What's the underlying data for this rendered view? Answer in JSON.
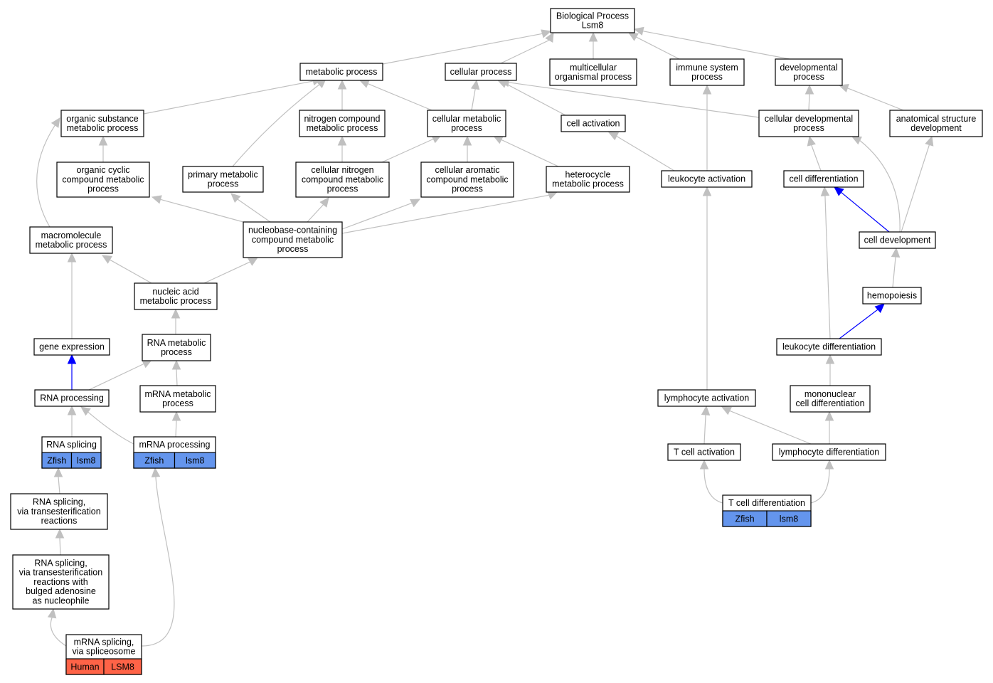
{
  "diagram": {
    "colors": {
      "edge": "#c0c0c0",
      "highlight_edge": "#0000ff",
      "zfish_annotation": "#6495ed",
      "human_annotation": "#ff6347"
    },
    "nodes": [
      {
        "id": "bp",
        "lines": [
          "Biological Process",
          "Lsm8"
        ]
      },
      {
        "id": "metabolic",
        "lines": [
          "metabolic process"
        ]
      },
      {
        "id": "cellular",
        "lines": [
          "cellular process"
        ]
      },
      {
        "id": "multicellular",
        "lines": [
          "multicellular",
          "organismal process"
        ]
      },
      {
        "id": "immune",
        "lines": [
          "immune system",
          "process"
        ]
      },
      {
        "id": "developmental",
        "lines": [
          "developmental",
          "process"
        ]
      },
      {
        "id": "organic_subst",
        "lines": [
          "organic substance",
          "metabolic process"
        ]
      },
      {
        "id": "nitrogen_cmpd",
        "lines": [
          "nitrogen compound",
          "metabolic process"
        ]
      },
      {
        "id": "cell_metabolic",
        "lines": [
          "cellular metabolic",
          "process"
        ]
      },
      {
        "id": "cell_activation",
        "lines": [
          "cell activation"
        ]
      },
      {
        "id": "cell_dev_process",
        "lines": [
          "cellular developmental",
          "process"
        ]
      },
      {
        "id": "anatomical",
        "lines": [
          "anatomical structure",
          "development"
        ]
      },
      {
        "id": "organic_cyclic",
        "lines": [
          "organic cyclic",
          "compound metabolic",
          "process"
        ]
      },
      {
        "id": "primary_met",
        "lines": [
          "primary metabolic",
          "process"
        ]
      },
      {
        "id": "cell_nitrogen",
        "lines": [
          "cellular nitrogen",
          "compound metabolic",
          "process"
        ]
      },
      {
        "id": "cell_aromatic",
        "lines": [
          "cellular aromatic",
          "compound metabolic",
          "process"
        ]
      },
      {
        "id": "heterocycle",
        "lines": [
          "heterocycle",
          "metabolic process"
        ]
      },
      {
        "id": "leuk_activation",
        "lines": [
          "leukocyte activation"
        ]
      },
      {
        "id": "cell_diff",
        "lines": [
          "cell differentiation"
        ]
      },
      {
        "id": "macromolecule",
        "lines": [
          "macromolecule",
          "metabolic process"
        ]
      },
      {
        "id": "nucleobase",
        "lines": [
          "nucleobase-containing",
          "compound metabolic",
          "process"
        ]
      },
      {
        "id": "cell_development",
        "lines": [
          "cell development"
        ]
      },
      {
        "id": "nucleic_acid",
        "lines": [
          "nucleic acid",
          "metabolic process"
        ]
      },
      {
        "id": "hemopoiesis",
        "lines": [
          "hemopoiesis"
        ]
      },
      {
        "id": "gene_expr",
        "lines": [
          "gene expression"
        ]
      },
      {
        "id": "rna_met",
        "lines": [
          "RNA metabolic",
          "process"
        ]
      },
      {
        "id": "leuk_diff",
        "lines": [
          "leukocyte differentiation"
        ]
      },
      {
        "id": "rna_proc",
        "lines": [
          "RNA processing"
        ]
      },
      {
        "id": "mrna_met",
        "lines": [
          "mRNA metabolic",
          "process"
        ]
      },
      {
        "id": "lymph_activation",
        "lines": [
          "lymphocyte activation"
        ]
      },
      {
        "id": "mononuclear",
        "lines": [
          "mononuclear",
          "cell differentiation"
        ]
      },
      {
        "id": "rna_splicing",
        "lines": [
          "RNA splicing"
        ],
        "annotations": [
          "Zfish",
          "lsm8"
        ],
        "annotation_color": "#6495ed"
      },
      {
        "id": "mrna_proc",
        "lines": [
          "mRNA processing"
        ],
        "annotations": [
          "Zfish",
          "lsm8"
        ],
        "annotation_color": "#6495ed"
      },
      {
        "id": "tcell_activation",
        "lines": [
          "T cell activation"
        ]
      },
      {
        "id": "lymph_diff",
        "lines": [
          "lymphocyte differentiation"
        ]
      },
      {
        "id": "rna_splicing_trans",
        "lines": [
          "RNA splicing,",
          "via transesterification",
          "reactions"
        ]
      },
      {
        "id": "tcell_diff",
        "lines": [
          "T cell differentiation"
        ],
        "annotations": [
          "Zfish",
          "lsm8"
        ],
        "annotation_color": "#6495ed"
      },
      {
        "id": "rna_splicing_bulged",
        "lines": [
          "RNA splicing,",
          "via transesterification",
          "reactions with",
          "bulged adenosine",
          "as nucleophile"
        ]
      },
      {
        "id": "mrna_splicing",
        "lines": [
          "mRNA splicing,",
          "via spliceosome"
        ],
        "annotations": [
          "Human",
          "LSM8"
        ],
        "annotation_color": "#ff6347"
      }
    ]
  }
}
